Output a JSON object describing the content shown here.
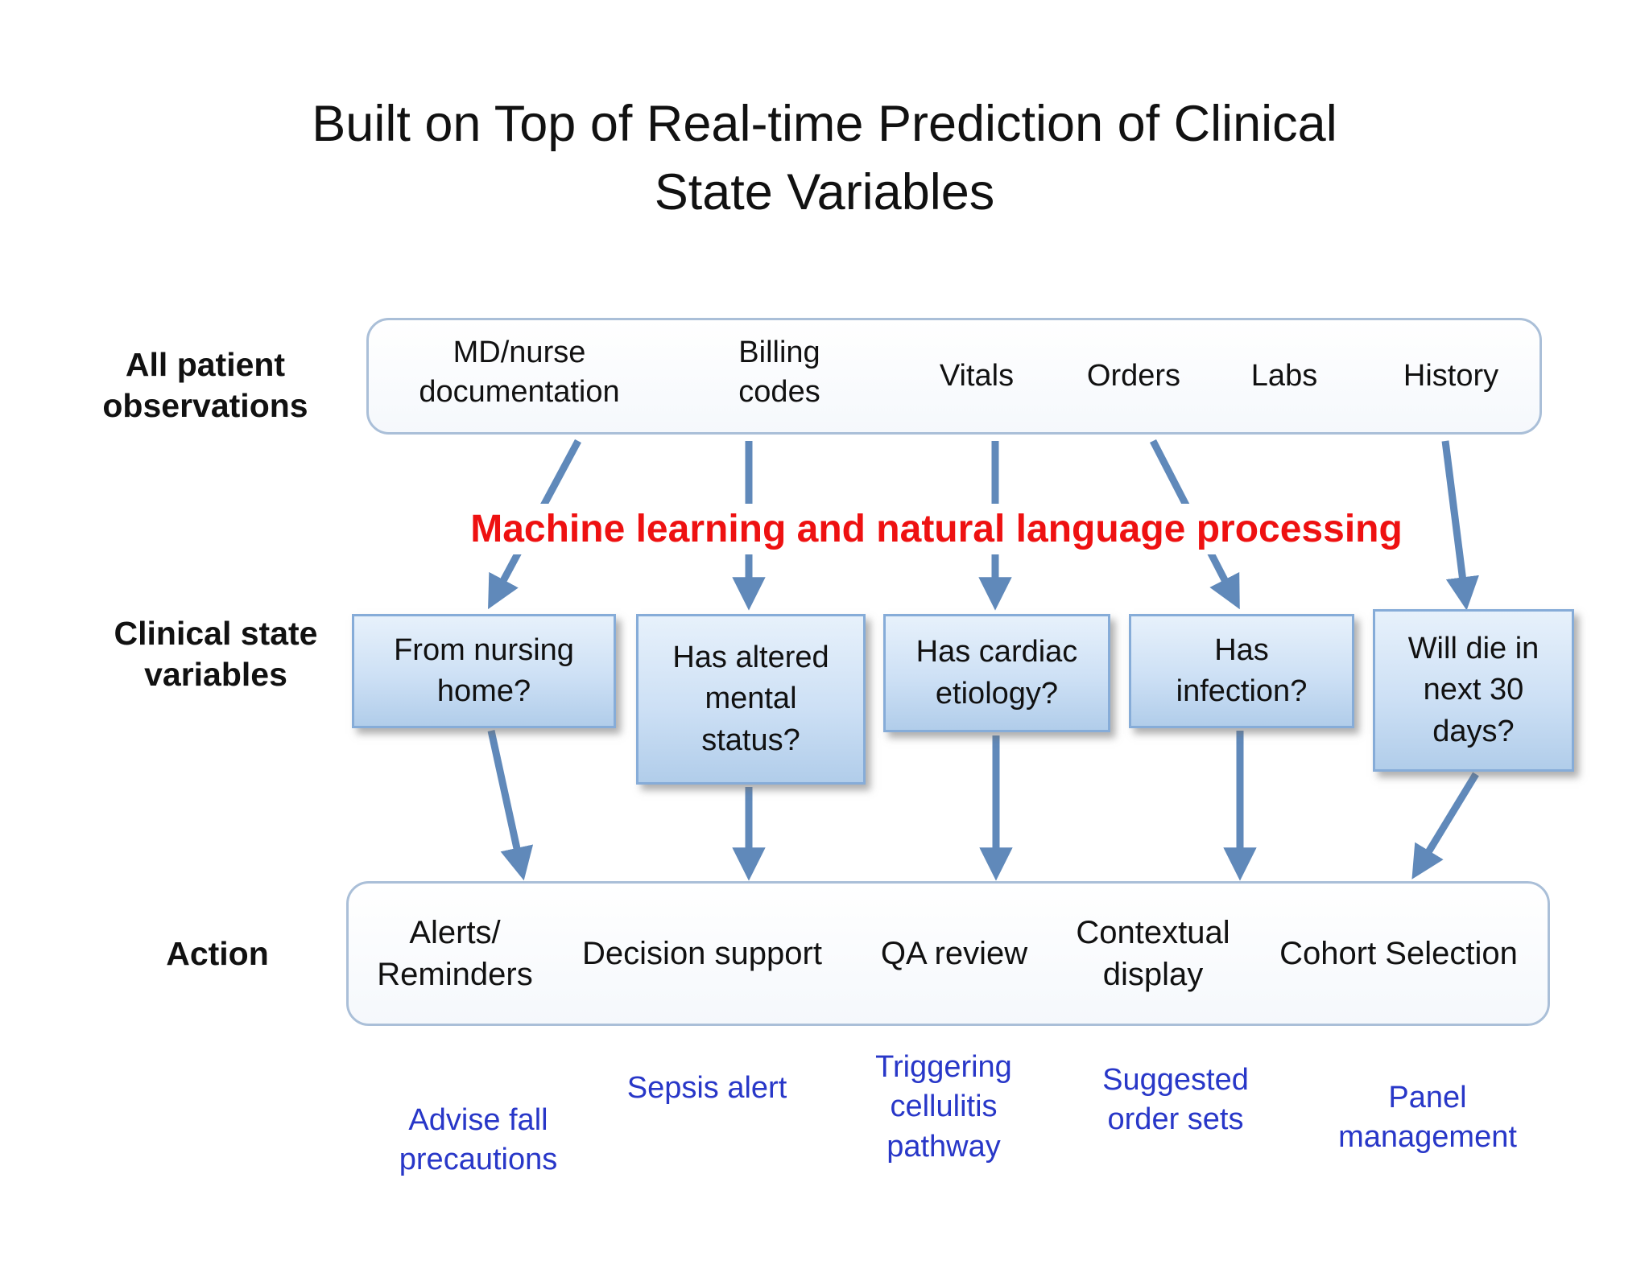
{
  "colors": {
    "arrow": "#6089ba",
    "container_border": "#aabfd8",
    "state_box_border": "#86acd8",
    "red_accent": "#ee1111",
    "blue_accent": "#2837c8",
    "text": "#111111"
  },
  "title": "Built on Top of Real-time Prediction of Clinical\nState Variables",
  "row_labels": {
    "observations": "All patient\nobservations",
    "clinical_state": "Clinical state\nvariables",
    "action": "Action"
  },
  "observations": {
    "items": [
      {
        "label": "MD/nurse\ndocumentation"
      },
      {
        "label": "Billing\ncodes"
      },
      {
        "label": "Vitals"
      },
      {
        "label": "Orders"
      },
      {
        "label": "Labs"
      },
      {
        "label": "History"
      }
    ]
  },
  "processing_label": "Machine learning and natural language processing",
  "clinical_state": {
    "items": [
      {
        "label": "From nursing\nhome?"
      },
      {
        "label": "Has altered\nmental\nstatus?"
      },
      {
        "label": "Has cardiac\netiology?"
      },
      {
        "label": "Has\ninfection?"
      },
      {
        "label": "Will die in\nnext 30\ndays?"
      }
    ]
  },
  "actions": {
    "items": [
      {
        "label": "Alerts/\nReminders"
      },
      {
        "label": "Decision support"
      },
      {
        "label": "QA review"
      },
      {
        "label": "Contextual\ndisplay"
      },
      {
        "label": "Cohort Selection"
      }
    ]
  },
  "examples": {
    "items": [
      {
        "label": "Advise fall\nprecautions"
      },
      {
        "label": "Sepsis alert"
      },
      {
        "label": "Triggering\ncellulitis\npathway"
      },
      {
        "label": "Suggested\norder sets"
      },
      {
        "label": "Panel\nmanagement"
      }
    ]
  }
}
